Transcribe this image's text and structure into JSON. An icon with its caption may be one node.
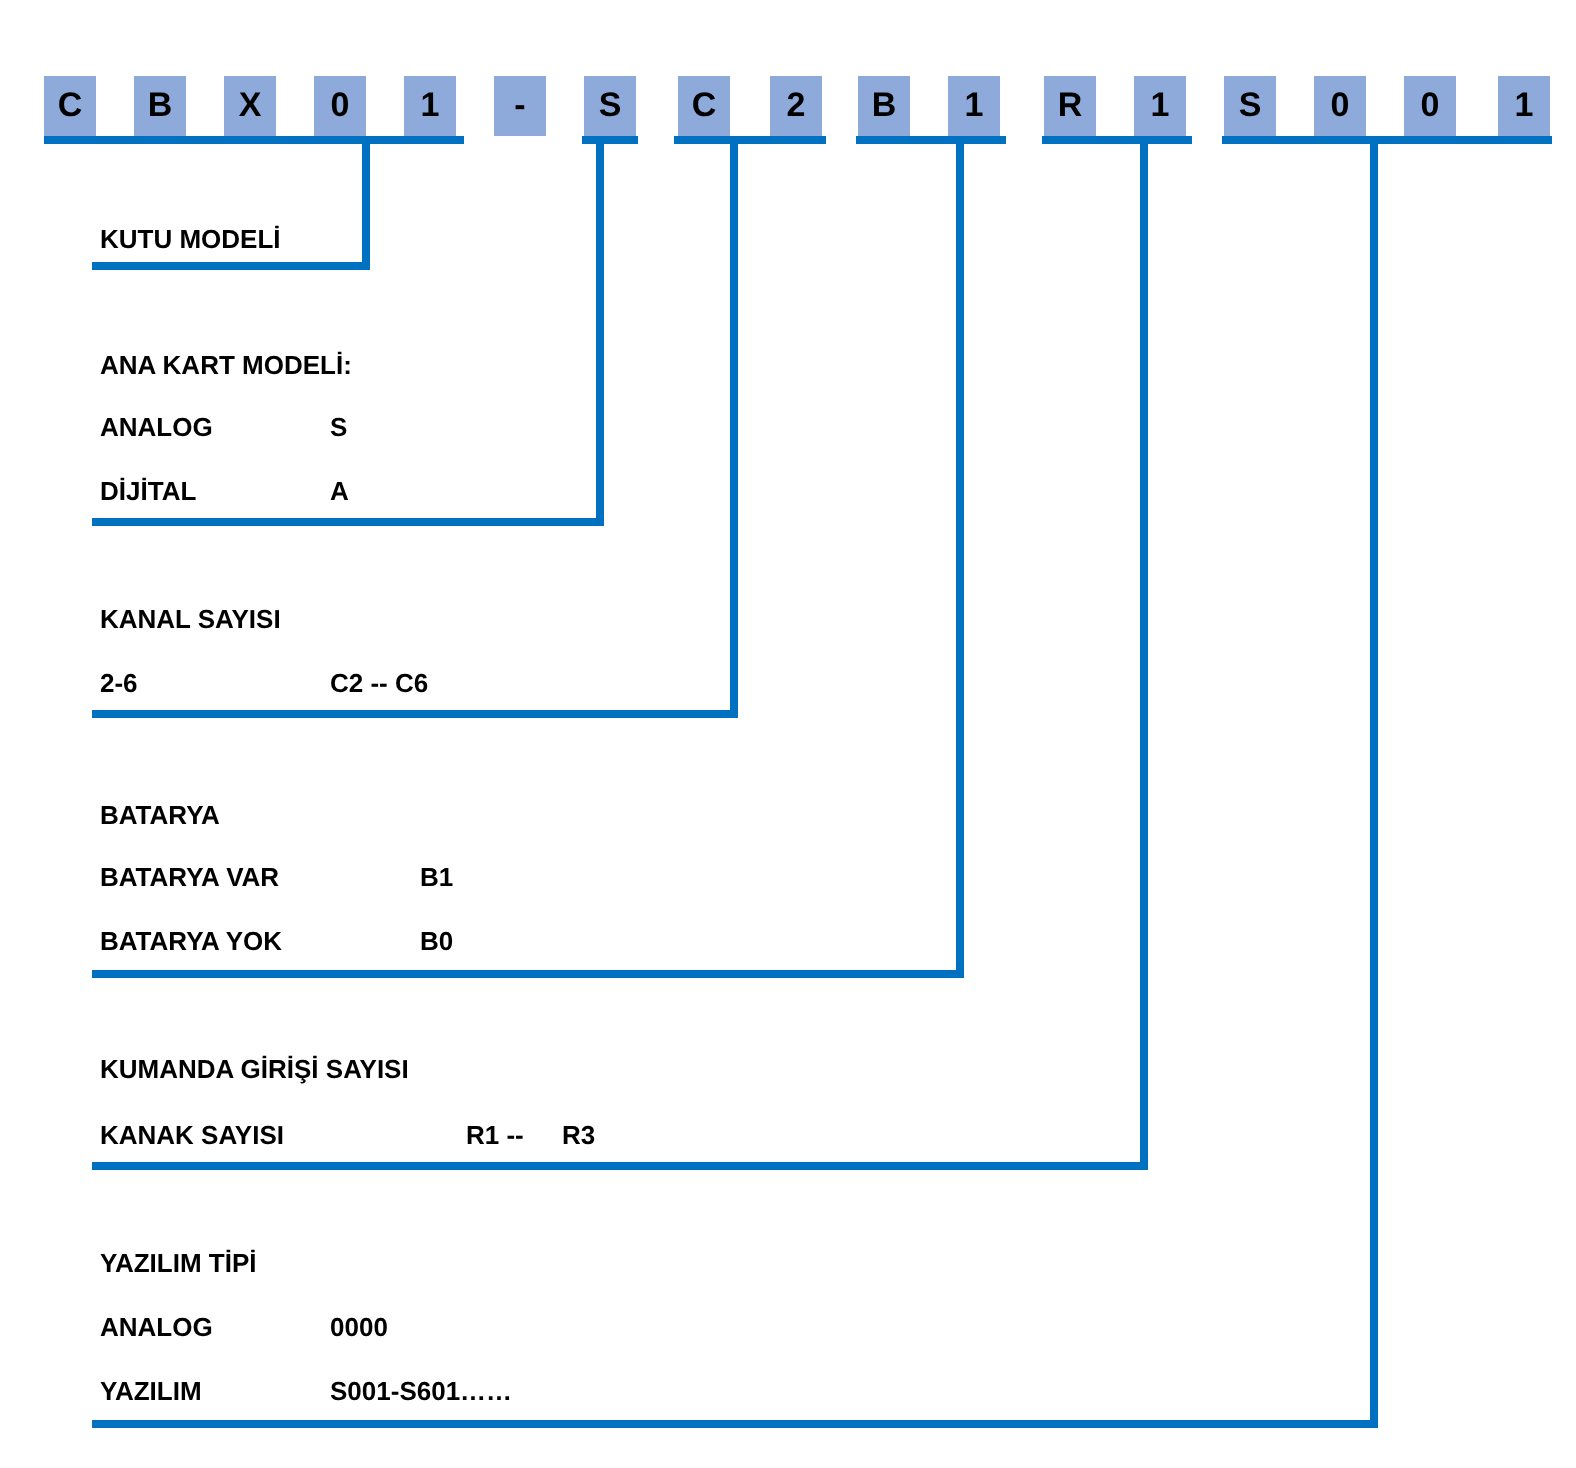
{
  "diagram": {
    "nodes": [
      {
        "text": [
          "C",
          "B",
          "X",
          "0",
          "1"
        ]
      },
      {
        "text": [
          "-"
        ]
      },
      {
        "text": [
          "S"
        ]
      },
      {
        "text": [
          "C",
          "2"
        ]
      },
      {
        "text": [
          "B",
          "1"
        ]
      },
      {
        "text": [
          "R",
          "1"
        ]
      },
      {
        "text": [
          "S",
          "0",
          "0",
          "1"
        ]
      },
      {
        "text": [
          "KUTU MODELİ"
        ]
      },
      {
        "text": [
          "ANA KART MODELİ:",
          "ANALOG",
          "S",
          "DİJİTAL",
          "A"
        ]
      },
      {
        "text": [
          "KANAL SAYISI",
          "2-6",
          "C2 -- C6"
        ]
      },
      {
        "text": [
          "BATARYA",
          "BATARYA VAR",
          "B1",
          "BATARYA YOK",
          "B0"
        ]
      },
      {
        "text": [
          "KUMANDA GİRİŞİ SAYISI",
          "KANAK SAYISI",
          "R1 --",
          "R3"
        ]
      },
      {
        "text": [
          "YAZILIM TİPİ",
          "ANALOG",
          "0000",
          "YAZILIM",
          "S001-S601……"
        ]
      }
    ],
    "edges": [
      {
        "from": 0,
        "to": 7,
        "arrow": "none"
      },
      {
        "from": 2,
        "to": 8,
        "arrow": "none"
      },
      {
        "from": 3,
        "to": 9,
        "arrow": "none"
      },
      {
        "from": 4,
        "to": 10,
        "arrow": "none"
      },
      {
        "from": 5,
        "to": 11,
        "arrow": "none"
      },
      {
        "from": 6,
        "to": 12,
        "arrow": "none"
      }
    ]
  }
}
